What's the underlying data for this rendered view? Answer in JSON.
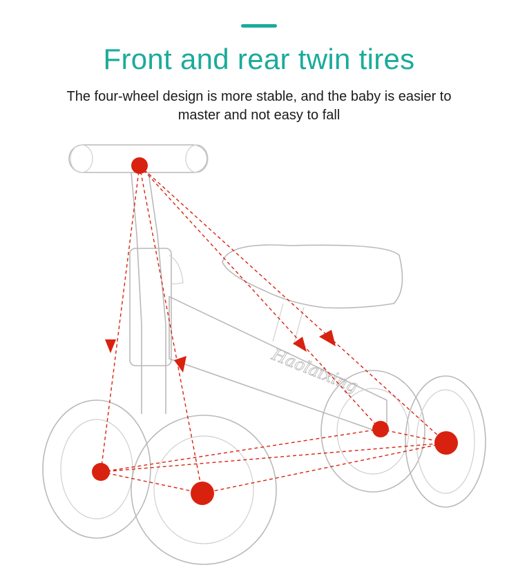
{
  "header": {
    "title": "Front and rear twin tires",
    "subtitle": "The four-wheel design is more stable, and the baby is easier to master and not easy to fall"
  },
  "illustration": {
    "frame_text": "Haolaixing",
    "marker_color": "#d8220f",
    "line_color": "#d8220f"
  },
  "colors": {
    "accent": "#1aab9b",
    "title": "#1aab9b",
    "marker": "#d8220f"
  }
}
